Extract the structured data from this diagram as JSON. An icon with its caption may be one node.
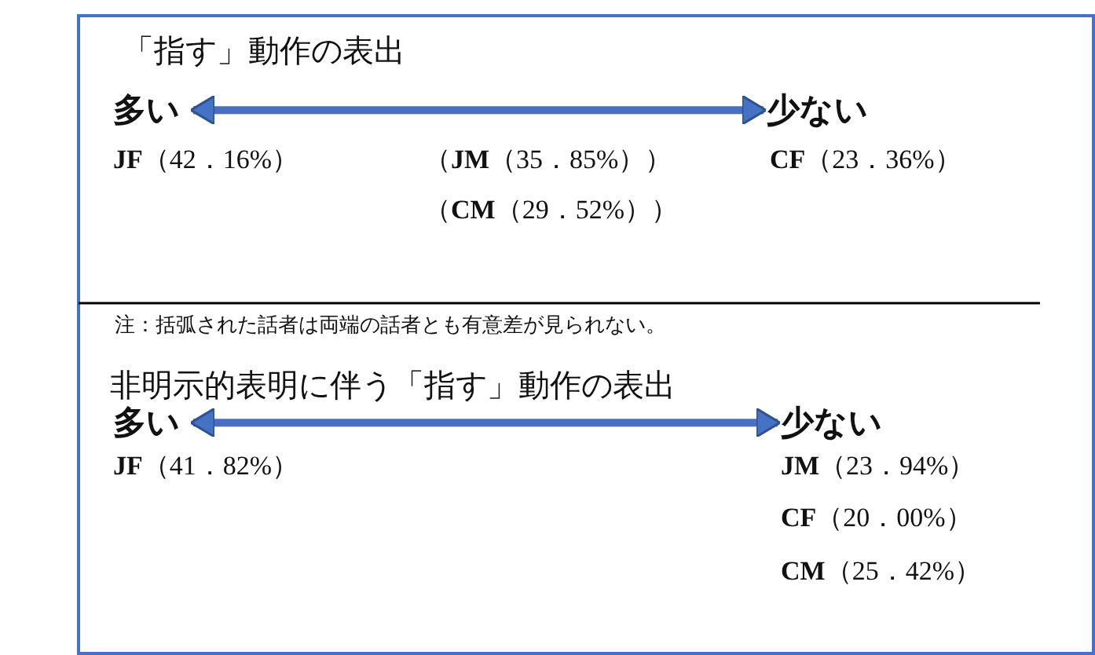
{
  "diagram": {
    "nodes": [
      {
        "text": [
          "多い"
        ]
      },
      {
        "text": [
          "少ない"
        ]
      },
      {
        "text": [
          "多い"
        ]
      },
      {
        "text": [
          "少ない"
        ]
      }
    ],
    "edges": [
      {
        "from": 0,
        "to": 1,
        "arrow": "both"
      },
      {
        "from": 2,
        "to": 3,
        "arrow": "both"
      }
    ],
    "labels": [
      "「指す」動作の表出",
      "**JF**（42．16%）",
      "（**JM**（35．85%））",
      "**CF**（23．36%）",
      "（**CM**（29．52%））",
      "注：括弧された話者は両端の話者とも有意差が見られない。",
      "非明示的表明に伴う「指す」動作の表出",
      "**JF**（41．82%）",
      "**JM**（23．94%）",
      "**CF**（20．00%）",
      "**CM**（25．42%）"
    ]
  }
}
